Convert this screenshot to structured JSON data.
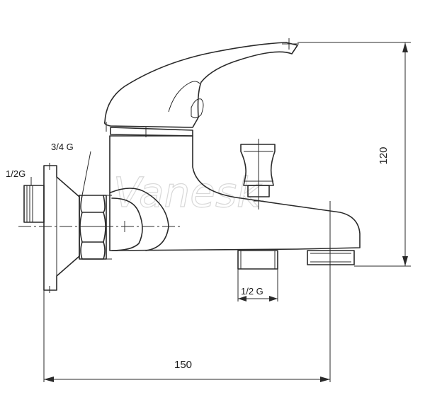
{
  "labels": {
    "inlet_left": "1/2G",
    "inlet_nut": "3/4 G",
    "shower_outlet": "1/2 G",
    "width": "150",
    "height": "120"
  },
  "watermark": "Vanesk",
  "colors": {
    "line": "#2a2a2a",
    "background": "#ffffff",
    "watermark": "#d8d8d8"
  }
}
